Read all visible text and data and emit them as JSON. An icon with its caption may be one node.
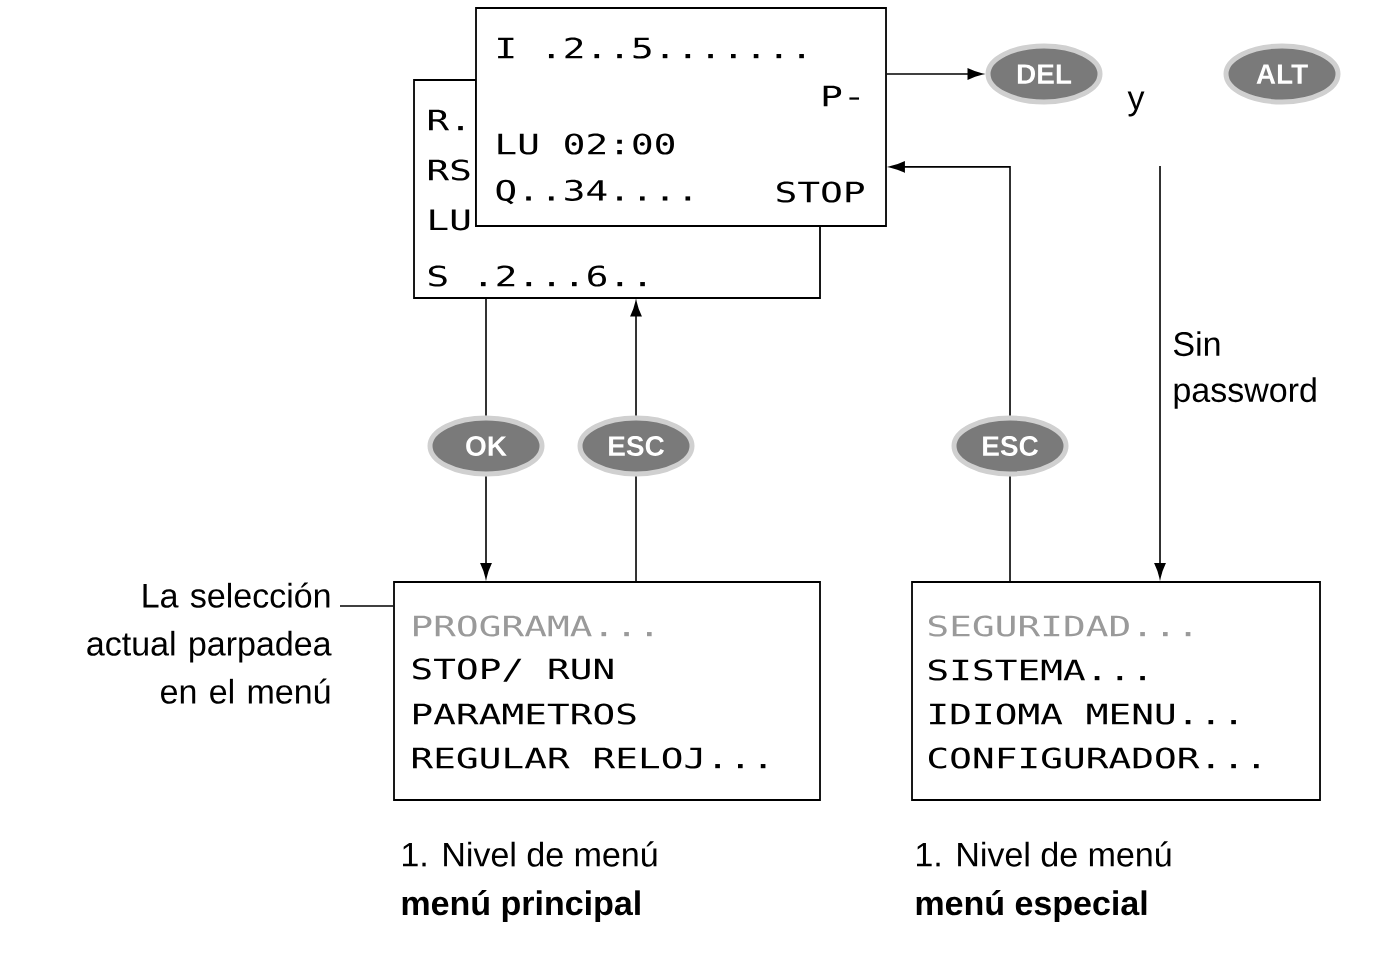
{
  "diagram": {
    "nodes": [
      {
        "text": [
          "R.",
          "RS",
          "LU",
          "S .2...6.."
        ]
      },
      {
        "text": [
          "I .2..5.......",
          "P-",
          "LU 02:00",
          "Q..34....",
          "STOP"
        ]
      },
      {
        "text": [
          "DEL"
        ]
      },
      {
        "text": [
          "ALT"
        ]
      },
      {
        "text": [
          "OK"
        ]
      },
      {
        "text": [
          "ESC"
        ]
      },
      {
        "text": [
          "ESC"
        ]
      },
      {
        "text": [
          "PROGRAMA...",
          "STOP/ RUN",
          "PARAMETROS",
          "REGULAR RELOJ..."
        ],
        "beside": [
          "1. Nivel de menú",
          "menú principal"
        ]
      },
      {
        "text": [
          "SEGURIDAD...",
          "SISTEMA...",
          "IDIOMA MENU...",
          "CONFIGURADOR..."
        ],
        "beside": [
          "1. Nivel de menú",
          "menú especial"
        ]
      },
      {
        "text": [
          "La selección actual parpadea en el menú"
        ]
      }
    ],
    "edges": [
      {
        "from": 1,
        "to": 2,
        "arrow": "to"
      },
      {
        "from": 0,
        "to": 4,
        "arrow": "none"
      },
      {
        "from": 5,
        "to": 0,
        "arrow": "to"
      },
      {
        "from": 4,
        "to": 7,
        "arrow": "to"
      },
      {
        "from": 7,
        "to": 5,
        "arrow": "none"
      },
      {
        "from": 6,
        "to": 1,
        "arrow": "to"
      },
      {
        "from": 8,
        "to": 6,
        "arrow": "none"
      },
      {
        "from": null,
        "to": 8,
        "arrow": "to",
        "label": "Sin password"
      },
      {
        "from": 9,
        "to": 7,
        "arrow": "none"
      }
    ],
    "labels": [
      "y"
    ]
  }
}
